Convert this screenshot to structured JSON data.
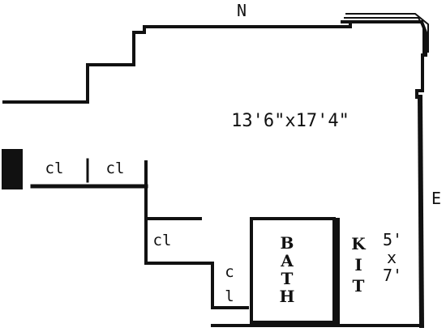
{
  "compass": {
    "north": "N",
    "east": "E"
  },
  "main_room": {
    "dimensions": "13'6\"x17'4\""
  },
  "closets": {
    "cl_left_1": "cl",
    "cl_left_2": "cl",
    "cl_middle": "cl",
    "cl_vertical_top": "c",
    "cl_vertical_bottom": "l"
  },
  "bath": {
    "letters": [
      "B",
      "A",
      "T",
      "H"
    ]
  },
  "kitchen": {
    "letters": [
      "K",
      "I",
      "T"
    ],
    "dim_width": "5'",
    "dim_x": "x",
    "dim_depth": "7'"
  },
  "colors": {
    "wall": "#111111",
    "background": "#ffffff"
  }
}
